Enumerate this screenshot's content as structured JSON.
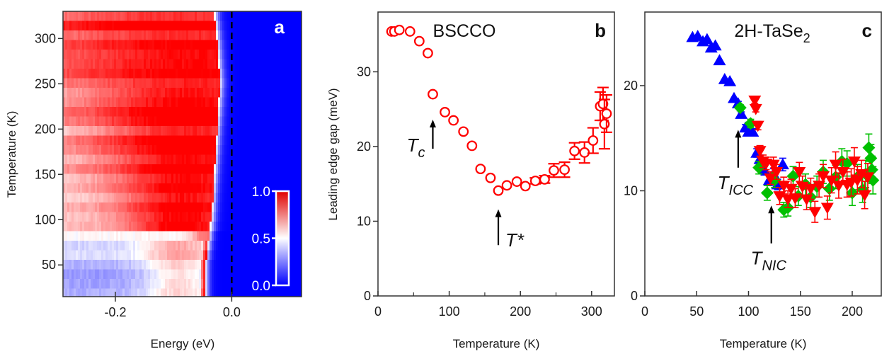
{
  "figure": {
    "panels": [
      "a",
      "b",
      "c"
    ]
  },
  "chart_data": [
    {
      "panel": "a",
      "type": "heatmap",
      "title": "",
      "panel_letter": "a",
      "xlabel": "Energy (eV)",
      "ylabel": "Temperature (K)",
      "xlim": [
        -0.29,
        0.12
      ],
      "ylim": [
        15,
        330
      ],
      "xticks": [
        -0.2,
        0.0
      ],
      "xtick_labels": [
        "-0.2",
        "0.0"
      ],
      "yticks": [
        50,
        100,
        150,
        200,
        250,
        300
      ],
      "ytick_labels": [
        "50",
        "100",
        "150",
        "200",
        "250",
        "300"
      ],
      "colormap": "blue-white-red",
      "colorbar": {
        "ticks": [
          0.0,
          0.5,
          1.0
        ],
        "tick_labels": [
          "0.0",
          "0.5",
          "1.0"
        ],
        "low_color": "#0000ff",
        "mid_color": "#ffffff",
        "high_color": "#ff0000"
      },
      "annotations": [
        {
          "type": "vertical-dashed-line",
          "x": 0.0,
          "color": "#000000"
        }
      ],
      "description": "Symmetrized intensity map vs energy and temperature; red peak ridge near -0.04 eV at low T shifting to ~-0.01 eV at high T; blue region above E_F and at low T for E<-0.08 eV",
      "ridge": {
        "temperature": [
          15,
          50,
          75,
          100,
          150,
          200,
          250,
          300,
          330
        ],
        "energy": [
          -0.045,
          -0.045,
          -0.04,
          -0.035,
          -0.03,
          -0.025,
          -0.02,
          -0.025,
          -0.03
        ]
      }
    },
    {
      "panel": "b",
      "type": "scatter",
      "title": "BSCCO",
      "panel_letter": "b",
      "xlabel": "Temperature (K)",
      "ylabel": "Leading edge gap (meV)",
      "xlim": [
        0,
        332
      ],
      "ylim": [
        0,
        38
      ],
      "xticks": [
        0,
        100,
        200,
        300
      ],
      "xtick_labels": [
        "0",
        "100",
        "200",
        "300"
      ],
      "yticks": [
        0,
        10,
        20,
        30
      ],
      "ytick_labels": [
        "0",
        "10",
        "20",
        "30"
      ],
      "grid": false,
      "series": [
        {
          "name": "BSCCO",
          "marker": "open-circle",
          "color": "#ff0000",
          "x": [
            19,
            23,
            30,
            45,
            58,
            70,
            77,
            94,
            106,
            120,
            132,
            144,
            158,
            169,
            181,
            195,
            207,
            221,
            234,
            247,
            262,
            276,
            290,
            302,
            312,
            316,
            318,
            321
          ],
          "y": [
            35.4,
            35.4,
            35.6,
            35.4,
            34.1,
            32.5,
            27.0,
            24.6,
            23.5,
            22.0,
            20.1,
            17.0,
            15.8,
            14.1,
            14.8,
            15.3,
            14.7,
            15.4,
            15.6,
            16.8,
            16.9,
            19.4,
            19.2,
            20.8,
            25.4,
            25.7,
            23.0,
            24.4
          ],
          "yerr": [
            0,
            0,
            0,
            0,
            0,
            0,
            0,
            0,
            0,
            0,
            0,
            0,
            0,
            0,
            0,
            0,
            0,
            0.4,
            0.5,
            0.9,
            1.0,
            1.1,
            1.4,
            1.7,
            1.9,
            2.2,
            3.3,
            2.5
          ]
        }
      ],
      "annotations": [
        {
          "label": "T",
          "subscript": "c",
          "arrow_x": 77,
          "arrow_from_y": 19.7,
          "arrow_to_y": 23.6
        },
        {
          "label": "T*",
          "subscript": "",
          "arrow_x": 169,
          "arrow_from_y": 6.8,
          "arrow_to_y": 11.6
        }
      ]
    },
    {
      "panel": "c",
      "type": "scatter",
      "title": "2H-TaSe2",
      "title_main": "2H-TaSe",
      "title_sub": "2",
      "panel_letter": "c",
      "xlabel": "Temperature (K)",
      "ylabel": "",
      "xlim": [
        0,
        228
      ],
      "ylim": [
        0,
        27
      ],
      "xticks": [
        0,
        50,
        100,
        150,
        200
      ],
      "xtick_labels": [
        "0",
        "50",
        "100",
        "150",
        "200"
      ],
      "yticks": [
        0,
        10,
        20
      ],
      "ytick_labels": [
        "0",
        "10",
        "20"
      ],
      "grid": false,
      "series": [
        {
          "name": "blue up-triangles",
          "marker": "filled-triangle-up",
          "color": "#0000ff",
          "x": [
            46,
            51,
            56,
            60,
            64,
            68,
            72,
            77,
            82,
            86,
            90,
            93,
            97,
            100,
            104,
            108,
            111,
            115,
            120,
            124,
            128,
            133
          ],
          "y": [
            24.6,
            24.7,
            24.2,
            24.4,
            23.6,
            23.8,
            22.4,
            20.6,
            20.4,
            18.8,
            18.3,
            17.3,
            16.0,
            15.6,
            15.6,
            13.6,
            13.0,
            12.0,
            11.0,
            11.6,
            10.6,
            12.5
          ],
          "yerr": [
            0,
            0,
            0,
            0,
            0,
            0,
            0,
            0,
            0,
            0,
            0.2,
            0.2,
            0.3,
            0.3,
            0.3,
            0.4,
            0.4,
            0.5,
            0.5,
            0.5,
            0.5,
            0.6
          ]
        },
        {
          "name": "green diamonds",
          "marker": "filled-diamond",
          "color": "#00c000",
          "x": [
            92,
            102,
            110,
            118,
            125,
            134,
            138,
            143,
            148,
            155,
            160,
            166,
            172,
            178,
            184,
            190,
            195,
            200,
            205,
            210,
            213,
            216,
            218,
            219,
            220
          ],
          "y": [
            17.9,
            16.4,
            12.2,
            9.8,
            11.0,
            8.2,
            8.4,
            11.4,
            9.5,
            10.6,
            9.4,
            10.4,
            11.8,
            10.2,
            11.3,
            12.8,
            12.6,
            9.8,
            11.3,
            10.1,
            11.6,
            14.1,
            13.1,
            12.0,
            11.0
          ],
          "yerr": [
            0.3,
            0.4,
            0.6,
            0.7,
            0.7,
            0.7,
            0.8,
            0.9,
            0.9,
            1.0,
            1.0,
            1.0,
            1.1,
            1.1,
            1.1,
            1.2,
            1.2,
            1.2,
            1.2,
            1.2,
            1.3,
            1.3,
            1.3,
            1.3,
            1.3
          ]
        },
        {
          "name": "red down-triangles",
          "marker": "filled-triangle-down",
          "color": "#ff0000",
          "x": [
            106,
            107,
            109,
            111,
            114,
            117,
            121,
            124,
            127,
            130,
            134,
            138,
            141,
            145,
            149,
            152,
            156,
            160,
            164,
            168,
            172,
            176,
            180,
            184,
            187,
            191,
            195,
            199,
            202,
            205,
            209,
            212,
            215
          ],
          "y": [
            18.6,
            17.8,
            16.2,
            13.8,
            12.8,
            12.6,
            11.2,
            12.5,
            11.8,
            9.5,
            10.5,
            9.2,
            10.2,
            9.3,
            11.8,
            10.4,
            9.2,
            10.2,
            8.0,
            10.5,
            11.4,
            8.4,
            11.0,
            12.5,
            10.5,
            11.8,
            10.6,
            10.8,
            12.8,
            11.0,
            11.6,
            9.6,
            11.3
          ],
          "yerr": [
            0.3,
            0.3,
            0.4,
            0.5,
            0.6,
            0.6,
            0.6,
            0.7,
            0.7,
            0.8,
            0.8,
            0.8,
            0.9,
            0.9,
            0.9,
            1.0,
            1.0,
            1.0,
            1.0,
            1.1,
            1.1,
            1.1,
            1.2,
            1.2,
            1.2,
            1.2,
            1.2,
            1.3,
            1.3,
            1.3,
            1.3,
            1.3,
            1.3
          ]
        }
      ],
      "annotations": [
        {
          "label": "T",
          "subscript": "ICC",
          "arrow_x": 90,
          "arrow_from_y": 12.2,
          "arrow_to_y": 15.8
        },
        {
          "label": "T",
          "subscript": "NIC",
          "arrow_x": 122,
          "arrow_from_y": 5.0,
          "arrow_to_y": 8.6
        }
      ]
    }
  ]
}
